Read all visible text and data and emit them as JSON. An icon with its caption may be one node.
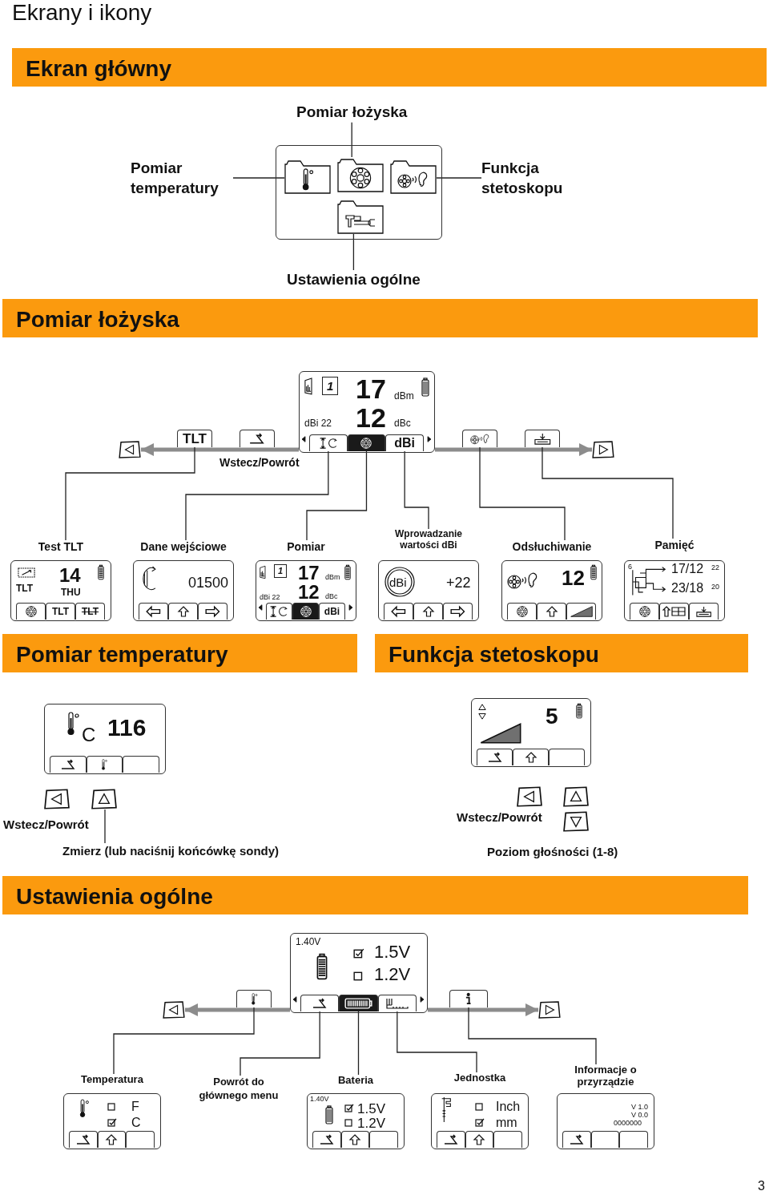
{
  "diagram": {
    "title": "Ekrany i ikony",
    "nodes": [
      {
        "text": [
          "Ekran główny"
        ]
      },
      {
        "text": [],
        "shape": "box"
      },
      {
        "text": [],
        "shape": "box",
        "in": 1
      },
      {
        "text": [],
        "shape": "box",
        "in": 1
      },
      {
        "text": [],
        "shape": "box",
        "in": 1
      },
      {
        "text": [],
        "shape": "box",
        "in": 1
      },
      {
        "text": [
          "Pomiar łożyska"
        ]
      },
      {
        "text": [
          "Pomiar temperatury"
        ]
      },
      {
        "text": [
          "Funkcja stetoskopu"
        ]
      },
      {
        "text": [
          "Ustawienia ogólne"
        ]
      },
      {
        "text": [
          "Pomiar łożyska"
        ]
      },
      {
        "text": [
          "1",
          "17",
          "dBm",
          "dBi 22",
          "12",
          "dBc"
        ]
      },
      {
        "text": [],
        "shape": "box",
        "in": 11
      },
      {
        "text": [],
        "shape": "box",
        "in": 11
      },
      {
        "text": [
          "dBi"
        ],
        "in": 11
      },
      {
        "text": [
          "TLT"
        ]
      },
      {
        "text": [],
        "shape": "box",
        "beside": [
          "Wstecz/Powrót"
        ]
      },
      {
        "text": [],
        "shape": "box"
      },
      {
        "text": [],
        "shape": "box"
      },
      {
        "text": [],
        "shape": "box"
      },
      {
        "text": [],
        "shape": "box"
      },
      {
        "text": [
          "Test TLT",
          "TLT",
          "14",
          "THU",
          "TLT",
          "TLT"
        ]
      },
      {
        "text": [
          "Dane wejściowe",
          "01500"
        ]
      },
      {
        "text": [
          "Pomiar",
          "1",
          "17",
          "dBm",
          "dBi 22",
          "12",
          "dBc",
          "dBi"
        ]
      },
      {
        "text": [
          "Wprowadzanie wartości dBi",
          "dBi",
          "+22"
        ]
      },
      {
        "text": [
          "Odsłuchiwanie",
          "12"
        ]
      },
      {
        "text": [
          "Pamięć",
          "6",
          "17/12",
          "22",
          "23/18",
          "20"
        ]
      },
      {
        "text": [
          "Pomiar temperatury"
        ]
      },
      {
        "text": [
          "Funkcja stetoskopu"
        ]
      },
      {
        "text": [
          "C",
          "116"
        ]
      },
      {
        "text": [],
        "shape": "box",
        "beside": [
          "Wstecz/Powrót"
        ]
      },
      {
        "text": [],
        "shape": "box"
      },
      {
        "text": [
          "Zmierz (lub naciśnij końcówkę sondy)"
        ]
      },
      {
        "text": [
          "5"
        ]
      },
      {
        "text": [],
        "shape": "box",
        "beside": [
          "Wstecz/Powrót"
        ]
      },
      {
        "text": [],
        "shape": "box"
      },
      {
        "text": [],
        "shape": "box"
      },
      {
        "text": [
          "Ustawienia ogólne"
        ]
      },
      {
        "text": [
          "1.40V",
          "1.5V",
          "1.2V"
        ]
      },
      {
        "text": [],
        "shape": "box",
        "in": 38
      },
      {
        "text": [],
        "shape": "box",
        "in": 38
      },
      {
        "text": [],
        "shape": "box",
        "in": 38
      },
      {
        "text": [],
        "shape": "box"
      },
      {
        "text": [],
        "shape": "box"
      },
      {
        "text": [],
        "shape": "box"
      },
      {
        "text": [],
        "shape": "box"
      },
      {
        "text": [
          "Temperatura",
          "F",
          "C"
        ]
      },
      {
        "text": [
          "Powrót do głównego menu"
        ]
      },
      {
        "text": [
          "Bateria",
          "1.40V",
          "1.5V",
          "1.2V"
        ]
      },
      {
        "text": [
          "Jednostka",
          "Inch",
          "mm"
        ]
      },
      {
        "text": [
          "Informacje o przyrządzie",
          "V 1.0",
          "V 0.0",
          "0000000"
        ]
      }
    ],
    "edges": [
      {
        "from": 6,
        "to": 3,
        "arrow": "none"
      },
      {
        "from": 7,
        "to": 2,
        "arrow": "none"
      },
      {
        "from": 8,
        "to": 4,
        "arrow": "none"
      },
      {
        "from": 9,
        "to": 5,
        "arrow": "none"
      },
      {
        "from": 11,
        "to": 19,
        "arrow": "to",
        "style": "thick",
        "color": "#8c8c8c"
      },
      {
        "from": 11,
        "to": 20,
        "arrow": "to",
        "style": "thick",
        "color": "#8c8c8c"
      },
      {
        "from": 15,
        "to": 21,
        "arrow": "none"
      },
      {
        "from": 12,
        "to": 22,
        "arrow": "none"
      },
      {
        "from": 13,
        "to": 23,
        "arrow": "none"
      },
      {
        "from": 14,
        "to": 24,
        "arrow": "none"
      },
      {
        "from": 17,
        "to": 25,
        "arrow": "none"
      },
      {
        "from": 18,
        "to": 26,
        "arrow": "none"
      },
      {
        "from": 32,
        "to": 31,
        "arrow": "none"
      },
      {
        "from": 38,
        "to": 44,
        "arrow": "to",
        "style": "thick",
        "color": "#8c8c8c"
      },
      {
        "from": 38,
        "to": 45,
        "arrow": "to",
        "style": "thick",
        "color": "#8c8c8c"
      },
      {
        "from": 42,
        "to": 46,
        "arrow": "none"
      },
      {
        "from": 39,
        "to": 47,
        "arrow": "none"
      },
      {
        "from": 40,
        "to": 48,
        "arrow": "none"
      },
      {
        "from": 41,
        "to": 49,
        "arrow": "none"
      },
      {
        "from": 43,
        "to": 50,
        "arrow": "none"
      }
    ],
    "labels": [
      "Poziom głośności (1-8)",
      "3"
    ]
  }
}
